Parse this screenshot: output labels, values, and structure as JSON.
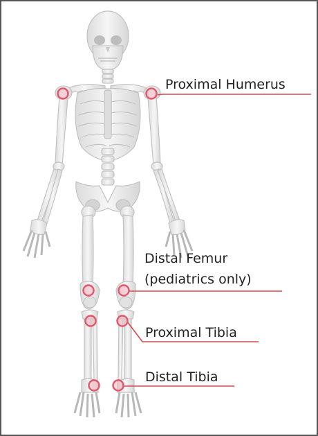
{
  "labels": {
    "proximal_humerus": "Proximal Humerus",
    "distal_femur_line1": "Distal Femur",
    "distal_femur_line2": "(pediatrics only)",
    "proximal_tibia": "Proximal Tibia",
    "distal_tibia": "Distal Tibia"
  },
  "colors": {
    "marker_stroke": "#e0566a",
    "marker_fill": "#f4b6bf",
    "leader_line": "#d9474f",
    "bone_fill": "#ececec",
    "bone_stroke": "#c4c4c4",
    "bone_shadow": "#cfcfcf",
    "frame_border": "#555555"
  }
}
